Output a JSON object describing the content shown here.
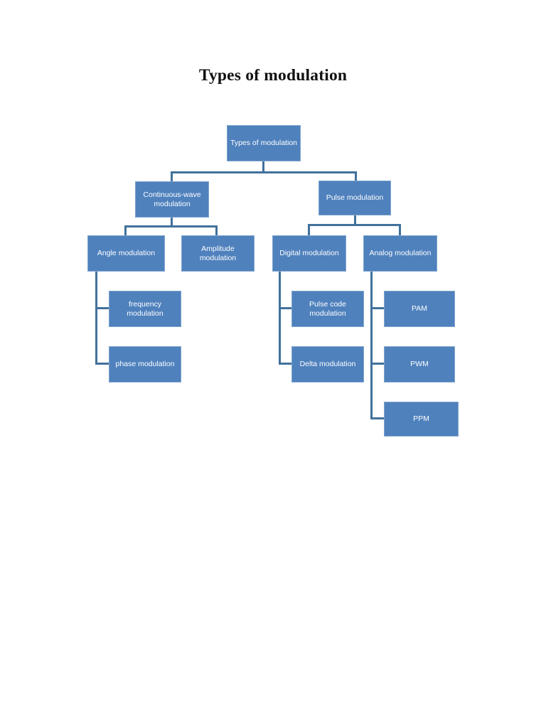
{
  "document": {
    "title": "Types of modulation"
  },
  "diagram": {
    "type": "tree",
    "node_fill": "#4F81BD",
    "node_border": "#7FA5CC",
    "connector_color": "#41719C",
    "text_color": "#FFFFFF",
    "nodes": {
      "root": "Types of modulation",
      "continuous_wave": "Continuous-wave modulation",
      "pulse": "Pulse modulation",
      "angle": "Angle modulation",
      "amplitude": "Amplitude modulation",
      "digital": "Digital modulation",
      "analog": "Analog modulation",
      "frequency": "frequency modulation",
      "phase": "phase modulation",
      "pulse_code": "Pulse code modulation",
      "delta": "Delta modulation",
      "pam": "PAM",
      "pwm": "PWM",
      "ppm": "PPM"
    }
  }
}
